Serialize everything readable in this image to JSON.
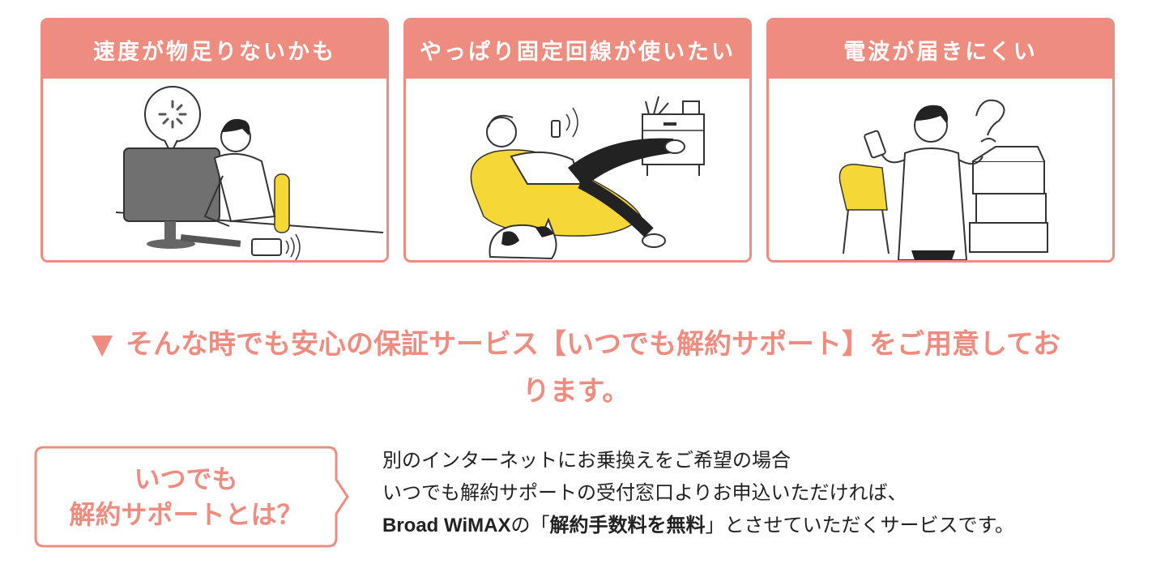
{
  "cards": [
    {
      "title": "速度が物足りないかも",
      "illustration": "man-at-computer-loading-illustration"
    },
    {
      "title": "やっぱり固定回線が使いたい",
      "illustration": "woman-on-beanbag-with-cat-illustration"
    },
    {
      "title": "電波が届きにくい",
      "illustration": "man-with-phone-confused-illustration"
    }
  ],
  "headline": {
    "marker": "▼",
    "line1": "そんな時でも安心の保証サービス【いつでも解約サポート】をご用意してお",
    "line2": "ります。"
  },
  "bubble": {
    "line1": "いつでも",
    "line2": "解約サポートとは？"
  },
  "description": {
    "line1": "別のインターネットにお乗換えをご希望の場合",
    "line2": "いつでも解約サポートの受付窓口よりお申込いただければ、",
    "line3_brand": "Broad WiMAX",
    "line3_pre": "の「",
    "line3_emphasis": "解約手数料を無料",
    "line3_post": "」とさせていただくサービスです。"
  },
  "colors": {
    "accent": "#ef8c80",
    "yellow": "#f5d835",
    "text": "#222222"
  }
}
